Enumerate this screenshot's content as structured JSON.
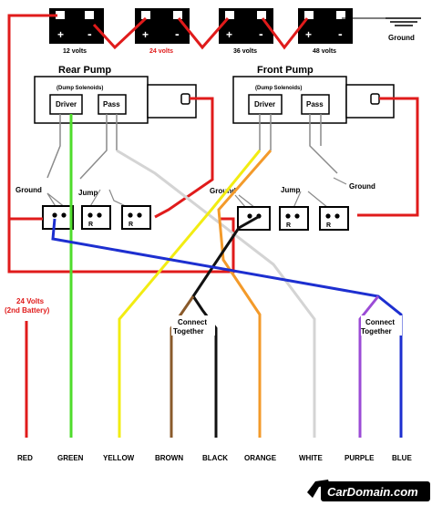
{
  "batteries": [
    {
      "voltage": "12 volts",
      "pos": "+",
      "neg": "-"
    },
    {
      "voltage": "24 volts",
      "pos": "+",
      "neg": "-"
    },
    {
      "voltage": "36 volts",
      "pos": "+",
      "neg": "-"
    },
    {
      "voltage": "48 volts",
      "pos": "+",
      "neg": "-"
    }
  ],
  "ground_top": "Ground",
  "rear_pump": {
    "title": "Rear Pump",
    "solenoids": "(Dump Solenoids)",
    "driver": "Driver",
    "pass": "Pass",
    "ground": "Ground",
    "jump": "Jump",
    "relay": "R"
  },
  "front_pump": {
    "title": "Front Pump",
    "solenoids": "(Dump Solenoids)",
    "driver": "Driver",
    "pass": "Pass",
    "ground": "Ground",
    "jump": "Jump",
    "relay": "R"
  },
  "second_battery": [
    "24 Volts",
    "(2nd Battery)"
  ],
  "connect_together_1": [
    "Connect",
    "Together"
  ],
  "connect_together_2": [
    "Connect",
    "Together"
  ],
  "wires": [
    {
      "label": "RED",
      "color": "#e01b1b"
    },
    {
      "label": "GREEN",
      "color": "#4fdc2c"
    },
    {
      "label": "YELLOW",
      "color": "#f2ec12"
    },
    {
      "label": "BROWN",
      "color": "#8a5a2b"
    },
    {
      "label": "BLACK",
      "color": "#111111"
    },
    {
      "label": "ORANGE",
      "color": "#f39a2a"
    },
    {
      "label": "WHITE",
      "color": "#d0d0d0"
    },
    {
      "label": "PURPLE",
      "color": "#9b4bd6"
    },
    {
      "label": "BLUE",
      "color": "#1d2fd0"
    }
  ],
  "logo": "CarDomain.com",
  "colors": {
    "red": "#e01b1b",
    "black": "#000000",
    "white": "#ffffff"
  }
}
